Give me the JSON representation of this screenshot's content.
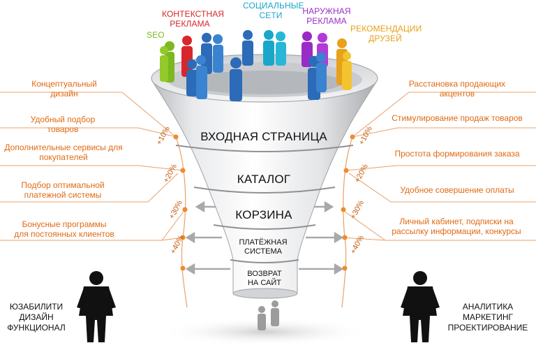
{
  "colors": {
    "accent_orange": "#e06a12",
    "line_orange": "#e8a06a",
    "dot_orange": "#ef8b2c",
    "arrow_gray": "#a9a9a9",
    "seo": "#7cb820",
    "contextual": "#d9262a",
    "social": "#1aa6c9",
    "outdoor": "#9b2bc6",
    "referrals": "#e8a11a"
  },
  "channels": {
    "seo": "SEO",
    "contextual_line1": "КОНТЕКСТНАЯ",
    "contextual_line2": "РЕКЛАМА",
    "social_line1": "СОЦИАЛЬНЫЕ",
    "social_line2": "СЕТИ",
    "outdoor_line1": "НАРУЖНАЯ",
    "outdoor_line2": "РЕКЛАМА",
    "referrals_line1": "РЕКОМЕНДАЦИИ",
    "referrals_line2": "ДРУЗЕЙ"
  },
  "funnel": {
    "stage1": "ВХОДНАЯ СТРАНИЦА",
    "stage2": "КАТАЛОГ",
    "stage3": "КОРЗИНА",
    "stage4_line1": "ПЛАТЁЖНАЯ",
    "stage4_line2": "СИСТЕМА",
    "stage5_line1": "ВОЗВРАТ",
    "stage5_line2": "НА САЙТ"
  },
  "left_items": {
    "item1": "Концептуальный дизайн",
    "item2": "Удобный подбор товаров",
    "item3_line1": "Дополнительные сервисы для",
    "item3_line2": "покупателей",
    "item4_line1": "Подбор оптимальной",
    "item4_line2": "платежной системы",
    "item5_line1": "Бонусные программы",
    "item5_line2": "для постоянных клиентов"
  },
  "right_items": {
    "item1": "Расстановка продающих акцентов",
    "item2": "Стимулирование продаж товаров",
    "item3": "Простота формирования заказа",
    "item4": "Удобное совершение оплаты",
    "item5_line1": "Личный кабинет, подписки на",
    "item5_line2": "рассылку информации, конкурсы"
  },
  "percents": {
    "p1": "+10%",
    "p2": "+20%",
    "p3": "+30%",
    "p4": "+40%"
  },
  "left_corner": {
    "line1": "ЮЗАБИЛИТИ",
    "line2": "ДИЗАЙН",
    "line3": "ФУНКЦИОНАЛ"
  },
  "right_corner": {
    "line1": "АНАЛИТИКА",
    "line2": "МАРКЕТИНГ",
    "line3": "ПРОЕКТИРОВАНИЕ"
  }
}
